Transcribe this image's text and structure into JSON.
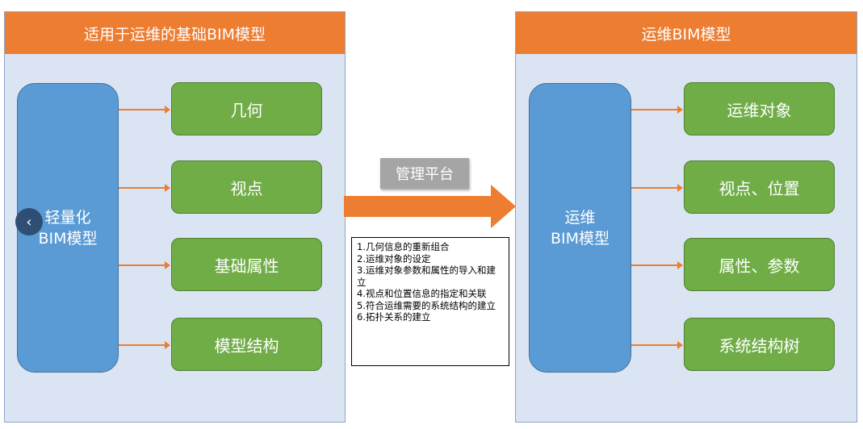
{
  "left_panel": {
    "title": "适用于运维的基础BIM模型",
    "block_line1": "轻量化",
    "block_line2": "BIM模型",
    "items": [
      "几何",
      "视点",
      "基础属性",
      "模型结构"
    ]
  },
  "center": {
    "arrow_label": "管理平台",
    "steps": [
      "1.几何信息的重新组合",
      "2.运维对象的设定",
      "3.运维对象参数和属性的导入和建立",
      "4.视点和位置信息的指定和关联",
      "5.符合运维需要的系统结构的建立",
      "6.拓扑关系的建立"
    ]
  },
  "right_panel": {
    "title": "运维BIM模型",
    "block_line1": "运维",
    "block_line2": "BIM模型",
    "items": [
      "运维对象",
      "视点、位置",
      "属性、参数",
      "系统结构树"
    ]
  },
  "nav": {
    "prev_glyph": "‹"
  },
  "colors": {
    "header_orange": "#ed7d31",
    "panel_bg": "#dbe4f3",
    "block_blue": "#5b9bd5",
    "box_green": "#70ad47",
    "label_gray": "#a5a5a5"
  }
}
